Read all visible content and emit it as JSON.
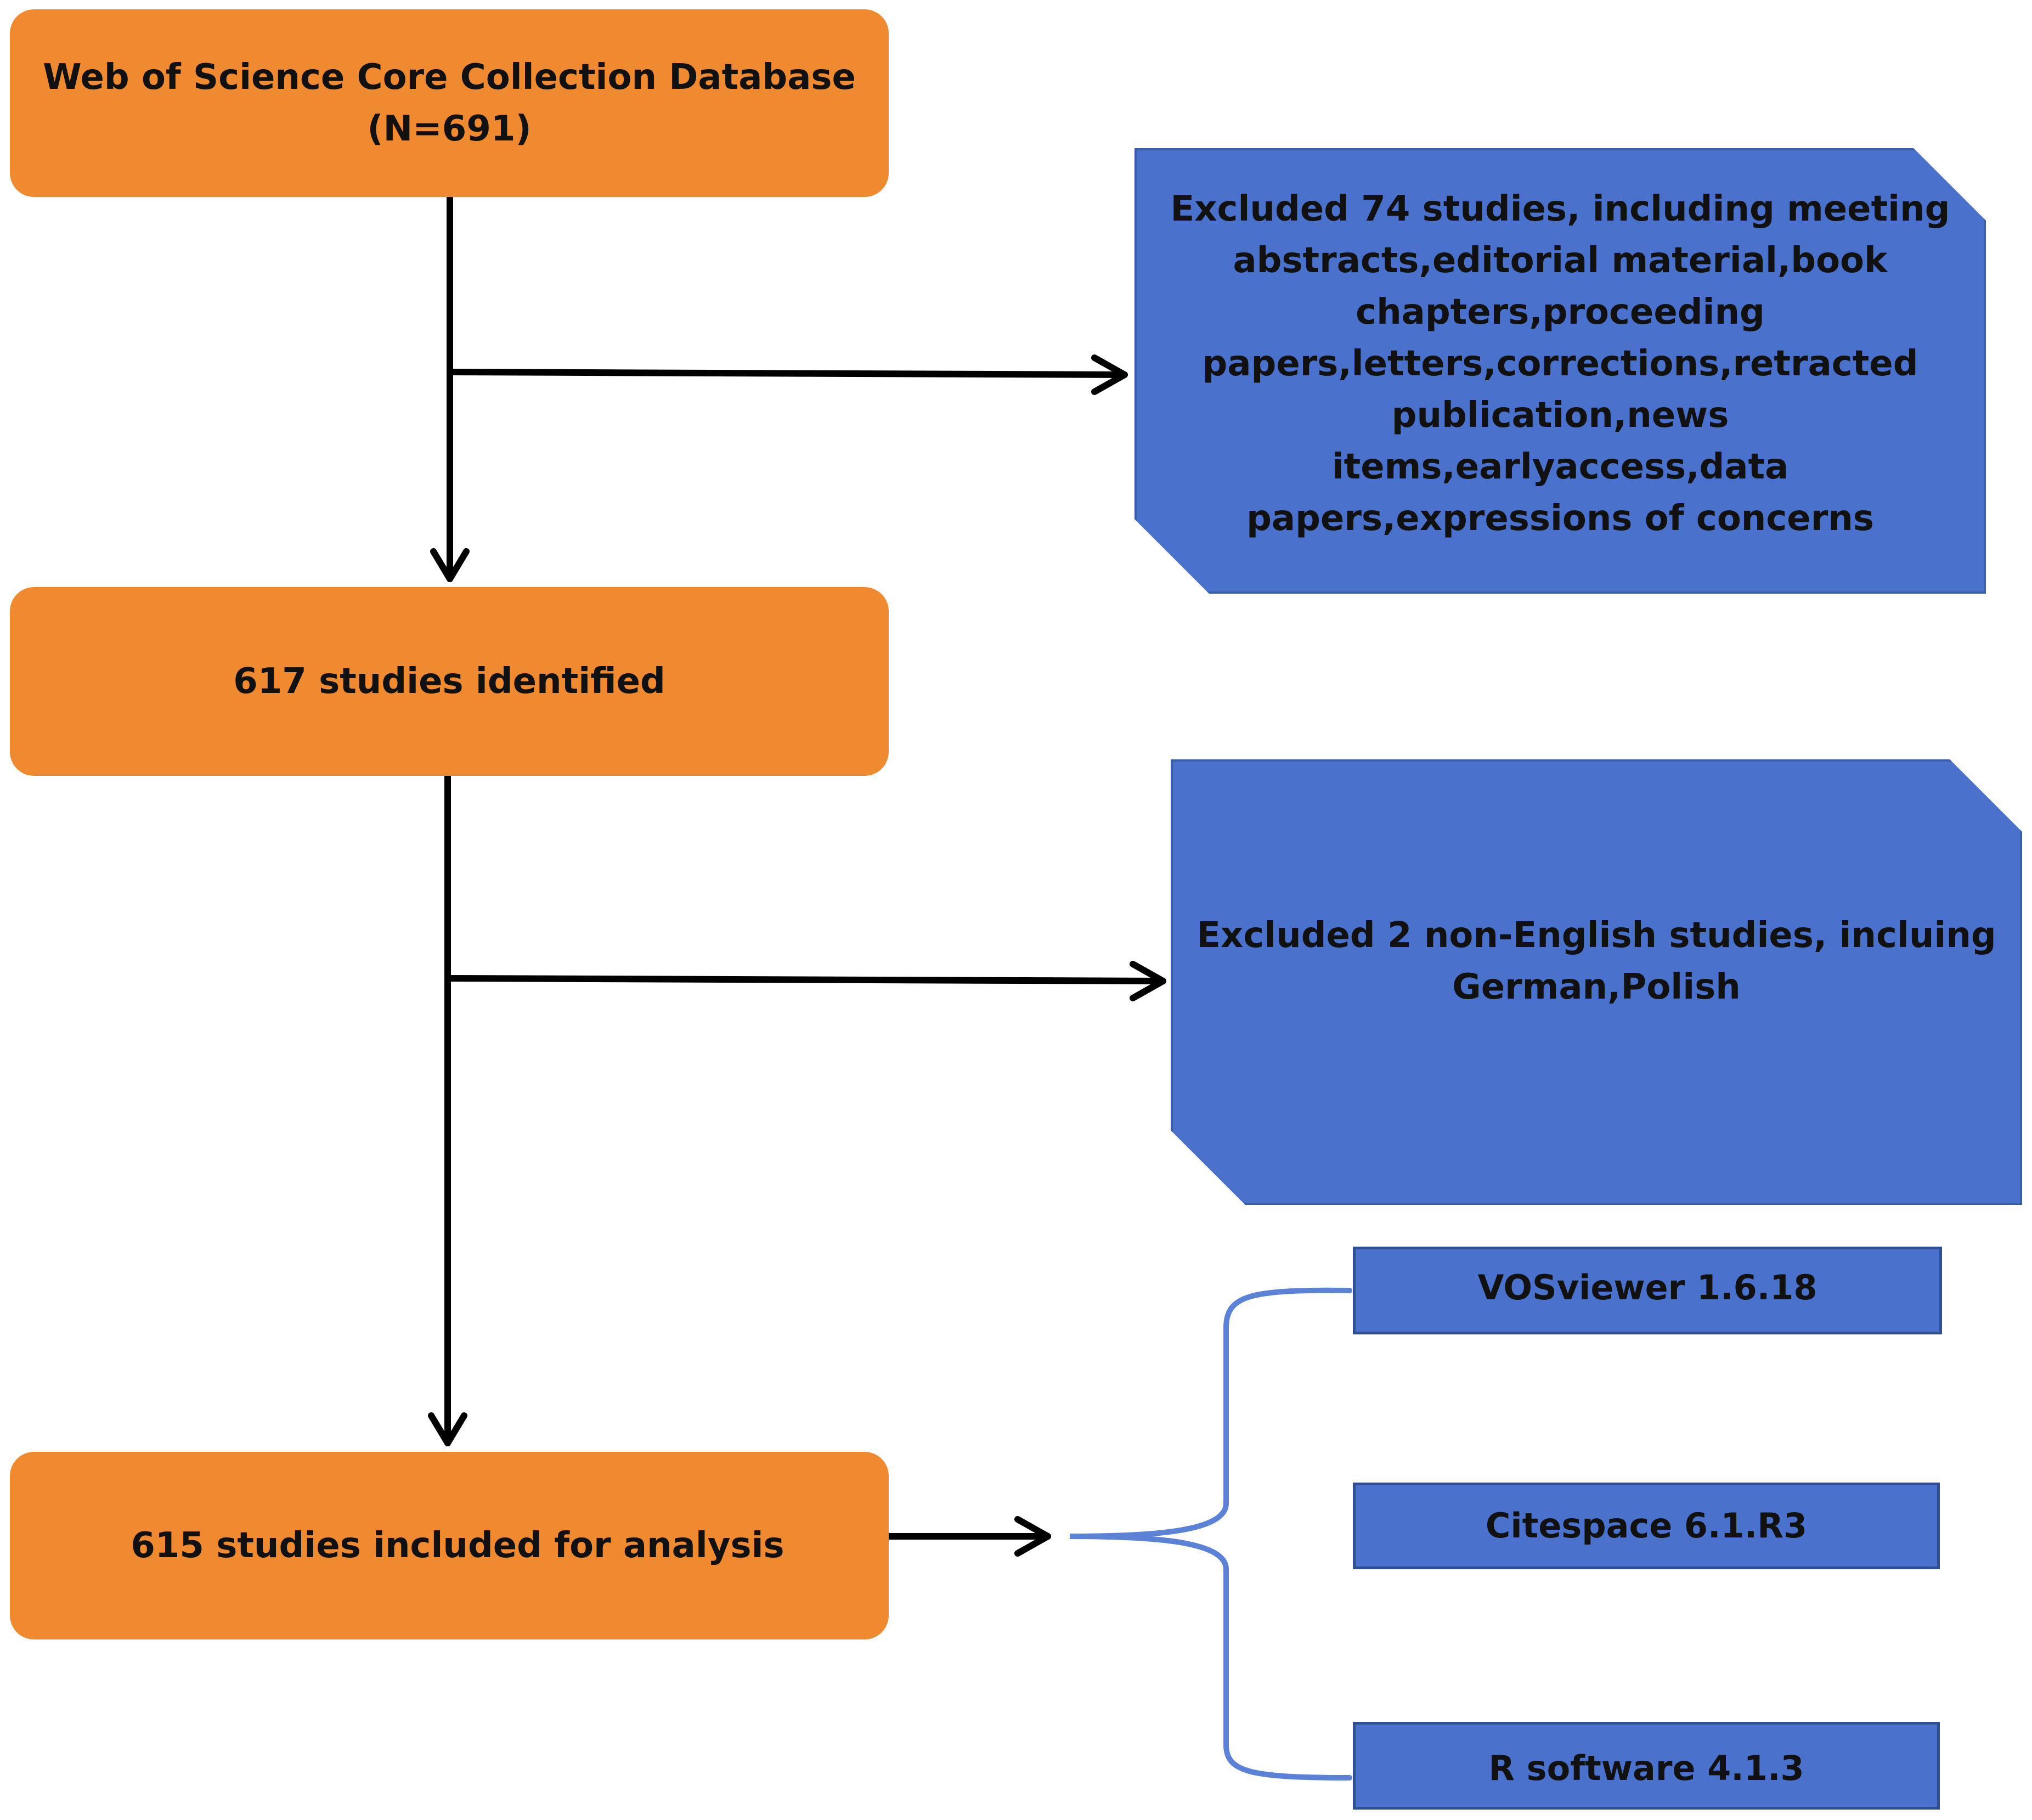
{
  "nodes": {
    "database": {
      "line1": "Web of Science Core Collection Database",
      "line2": "(N=691)"
    },
    "identified": {
      "label": "617 studies identified"
    },
    "included": {
      "label": "615 studies included for analysis"
    },
    "exclusion_1": {
      "lines": [
        "Excluded 74 studies, including meeting",
        "abstracts,editorial material,book",
        "chapters,proceeding",
        "papers,letters,corrections,retracted",
        "publication,news items,earlyaccess,data",
        "papers,expressions of concerns"
      ]
    },
    "exclusion_2": {
      "lines": [
        "Excluded 2 non-English studies, incluing",
        "German,Polish"
      ]
    },
    "tools": [
      {
        "label": "VOSviewer 1.6.18"
      },
      {
        "label": "Citespace 6.1.R3"
      },
      {
        "label": "R software 4.1.3"
      }
    ]
  },
  "colors": {
    "process_box": "#f08a30",
    "exclusion_box": "#4a72cc",
    "tool_box": "#4a72cc",
    "tool_border": "#2f4f94",
    "bracket": "#5b82d6",
    "arrow": "#000000",
    "text": "#111111"
  }
}
